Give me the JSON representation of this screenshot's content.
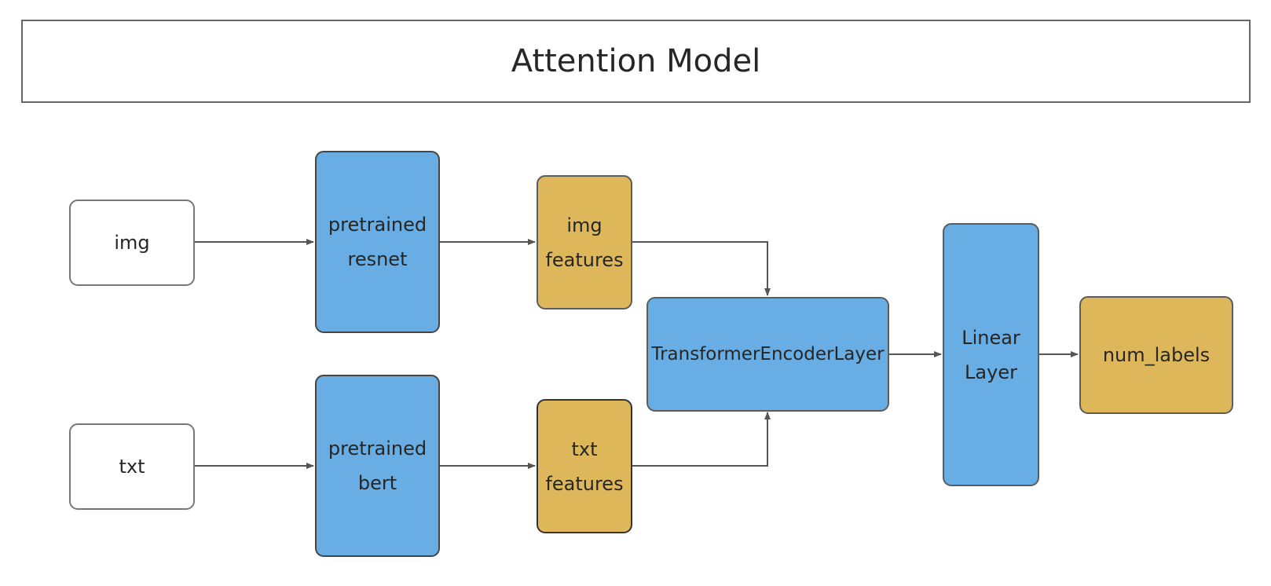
{
  "title": "Attention Model",
  "nodes": {
    "img_input": "img",
    "txt_input": "txt",
    "resnet": [
      "pretrained",
      "resnet"
    ],
    "bert": [
      "pretrained",
      "bert"
    ],
    "img_features": [
      "img",
      "features"
    ],
    "txt_features": [
      "txt",
      "features"
    ],
    "transformer": "TransformerEncoderLayer",
    "linear": [
      "Linear",
      "Layer"
    ],
    "output": "num_labels"
  },
  "colors": {
    "model_block": "#68ade3",
    "feature_block": "#dfb75b",
    "input_block": "#ffffff",
    "edge": "#555555",
    "title_border": "#666666"
  }
}
